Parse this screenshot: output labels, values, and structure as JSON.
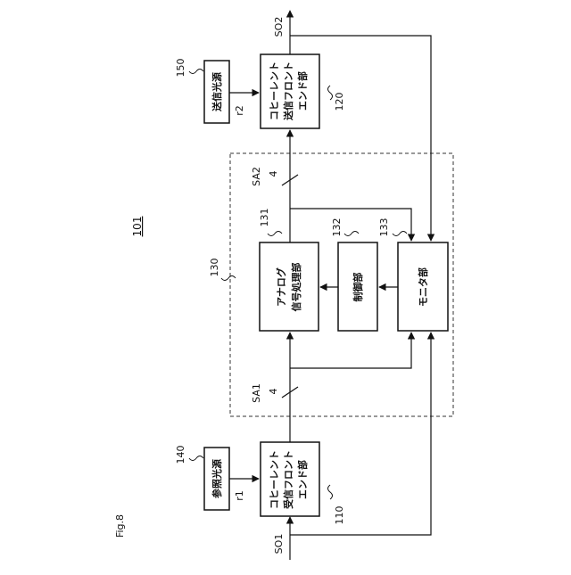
{
  "figure_label": "Fig.8",
  "device_ref": "101",
  "signals": {
    "so1": "SO1",
    "so2": "SO2",
    "r1": "r1",
    "r2": "r2",
    "sa1": "SA1",
    "sa2": "SA2",
    "sa1_width": "4",
    "sa2_width": "4"
  },
  "blocks": {
    "receiver_frontend": {
      "ref": "110",
      "line1": "コヒーレント",
      "line2": "受信フロント",
      "line3": "エンド部"
    },
    "transmitter_frontend": {
      "ref": "120",
      "line1": "コヒーレント",
      "line2": "送信フロント",
      "line3": "エンド部"
    },
    "reference_light_source": {
      "ref": "140",
      "label": "参照光源"
    },
    "transmit_light_source": {
      "ref": "150",
      "label": "送信光源"
    },
    "signal_unit": {
      "ref": "130"
    },
    "analog_processor": {
      "ref": "131",
      "line1": "アナログ",
      "line2": "信号処理部"
    },
    "controller": {
      "ref": "132",
      "label": "制御部"
    },
    "monitor": {
      "ref": "133",
      "label": "モニタ部"
    }
  }
}
